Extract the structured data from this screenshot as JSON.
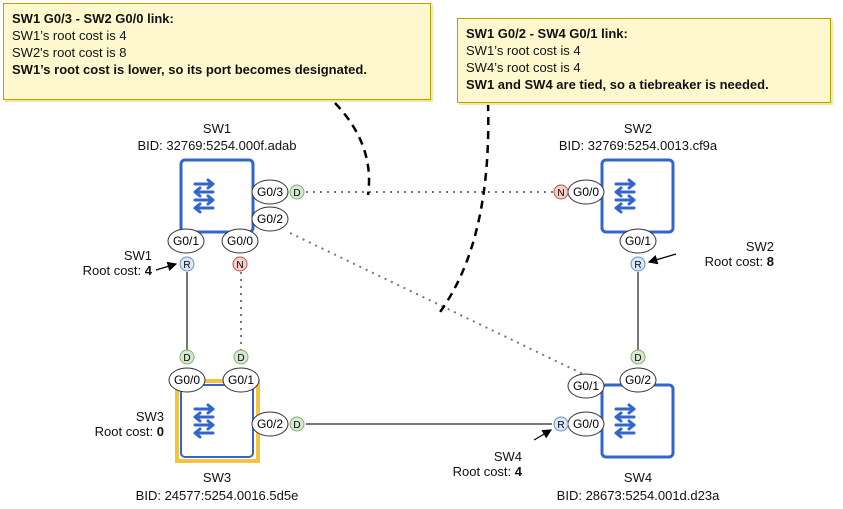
{
  "notes": [
    {
      "heading": "SW1 G0/3 - SW2 G0/0 link:",
      "lines": [
        "SW1’s root cost is 4",
        "SW2's root cost is 8"
      ],
      "conclusion": "SW1’s root cost is lower, so its port becomes designated."
    },
    {
      "heading": "SW1 G0/2 - SW4 G0/1 link:",
      "lines": [
        "SW1’s root cost is 4",
        "SW4’s root cost is 4"
      ],
      "conclusion": "SW1 and SW4 are tied, so a tiebreaker is needed."
    }
  ],
  "switches": {
    "sw1": {
      "name": "SW1",
      "bid": "BID: 32769:5254.000f.adab",
      "side_name": "SW1",
      "cost_label": "Root cost: ",
      "cost_value": "4"
    },
    "sw2": {
      "name": "SW2",
      "bid": "BID: 32769:5254.0013.cf9a",
      "side_name": "SW2",
      "cost_label": "Root cost: ",
      "cost_value": "8"
    },
    "sw3": {
      "name": "SW3",
      "bid": "BID: 24577:5254.0016.5d5e",
      "side_name": "SW3",
      "cost_label": "Root cost: ",
      "cost_value": "0"
    },
    "sw4": {
      "name": "SW4",
      "bid": "BID: 28673:5254.001d.d23a",
      "side_name": "SW4",
      "cost_label": "Root cost: ",
      "cost_value": "4"
    }
  },
  "ports": {
    "sw1_g03": "G0/3",
    "sw1_g02": "G0/2",
    "sw1_g01": "G0/1",
    "sw1_g00": "G0/0",
    "sw2_g00": "G0/0",
    "sw2_g01": "G0/1",
    "sw3_g00": "G0/0",
    "sw3_g01": "G0/1",
    "sw3_g02": "G0/2",
    "sw4_g01": "G0/1",
    "sw4_g02": "G0/2",
    "sw4_g00": "G0/0"
  },
  "roles": {
    "designated": "D",
    "root": "R",
    "non_designated": "N"
  },
  "colors": {
    "switch_blue": "#3366cc",
    "root_bridge_highlight": "#f5c342",
    "designated_fill": "#d5e8d4",
    "designated_stroke": "#82b366",
    "root_fill": "#dae8fc",
    "root_stroke": "#6c8ebf",
    "non_designated_fill": "#f8cecc",
    "non_designated_stroke": "#b85450",
    "note_fill": "#fff8cf"
  }
}
